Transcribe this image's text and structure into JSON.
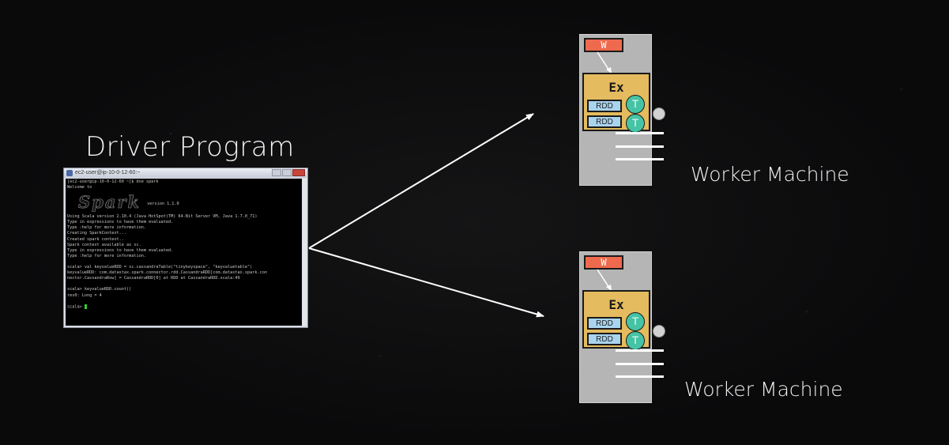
{
  "driver": {
    "title": "Driver Program",
    "terminal": {
      "window_title": "ec2-user@ip-10-0-12-60:~",
      "lines_before_logo": [
        "[ec2-user@ip-10-0-12-60 ~]$ dse spark",
        "Welcome to"
      ],
      "logo_text": "Spark",
      "version_text": "version 1.1.0",
      "lines_after_logo": [
        "Using Scala version 2.10.4 (Java HotSpot(TM) 64-Bit Server VM, Java 1.7.0_71)",
        "Type in expressions to have them evaluated.",
        "Type :help for more information.",
        "Creating SparkContext...",
        "Created spark context..",
        "Spark context available as sc.",
        "Type in expressions to have them evaluated.",
        "Type :help for more information.",
        "",
        "scala> val keyvalueRDD = sc.cassandraTable(\"tinykeyspace\", \"keyvaluetable\")",
        "keyvalueRDD: com.datastax.spark.connector.rdd.CassandraRDD[com.datastax.spark.con",
        "nector.CassandraRow] = CassandraRDD[0] at RDD at CassandraRDD.scala:49",
        "",
        "scala> keyvalueRDD.count()",
        "res0: Long = 4",
        ""
      ],
      "prompt": "scala> "
    }
  },
  "workers": [
    {
      "label": "Worker Machine",
      "worker_tag": "W",
      "executor_label": "Ex",
      "rdds": [
        "RDD",
        "RDD"
      ],
      "tasks": [
        "T",
        "T"
      ]
    },
    {
      "label": "Worker Machine",
      "worker_tag": "W",
      "executor_label": "Ex",
      "rdds": [
        "RDD",
        "RDD"
      ],
      "tasks": [
        "T",
        "T"
      ]
    }
  ],
  "colors": {
    "background": "#0b0b0c",
    "worker_tag": "#ee6a4e",
    "executor": "#e4bb5e",
    "rdd": "#a9d4ee",
    "task": "#45c4a5",
    "machine": "#b5b5b5",
    "arrow": "#ffffff"
  }
}
